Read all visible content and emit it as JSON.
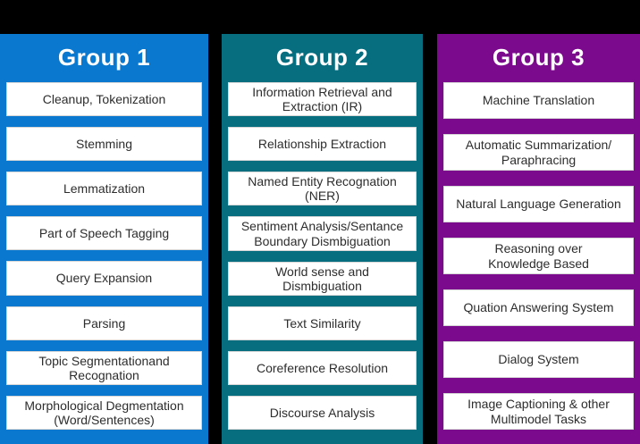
{
  "colors": {
    "background": "#000000",
    "box_background": "#ffffff",
    "box_text": "#2d2d2d",
    "header_text": "#ffffff",
    "group1_accent": "#0a78cf",
    "group2_accent": "#076e80",
    "group3_accent": "#7b0a8c"
  },
  "groups": [
    {
      "title": "Group 1",
      "color": "#0a78cf",
      "items": [
        "Cleanup, Tokenization",
        "Stemming",
        "Lemmatization",
        "Part of Speech Tagging",
        "Query Expansion",
        "Parsing",
        "Topic Segmentationand\nRecognation",
        "Morphological Degmentation\n(Word/Sentences)"
      ]
    },
    {
      "title": "Group 2",
      "color": "#076e80",
      "items": [
        "Information Retrieval and\nExtraction (IR)",
        "Relationship Extraction",
        "Named Entity Recognation\n(NER)",
        "Sentiment Analysis/Sentance\nBoundary Dismbiguation",
        "World sense and\nDismbiguation",
        "Text Similarity",
        "Coreference Resolution",
        "Discourse Analysis"
      ]
    },
    {
      "title": "Group 3",
      "color": "#7b0a8c",
      "items": [
        "Machine Translation",
        "Automatic Summarization/\nParaphracing",
        "Natural Language Generation",
        "Reasoning over\nKnowledge Based",
        "Quation Answering System",
        "Dialog System",
        "Image Captioning & other\nMultimodel Tasks"
      ]
    }
  ]
}
